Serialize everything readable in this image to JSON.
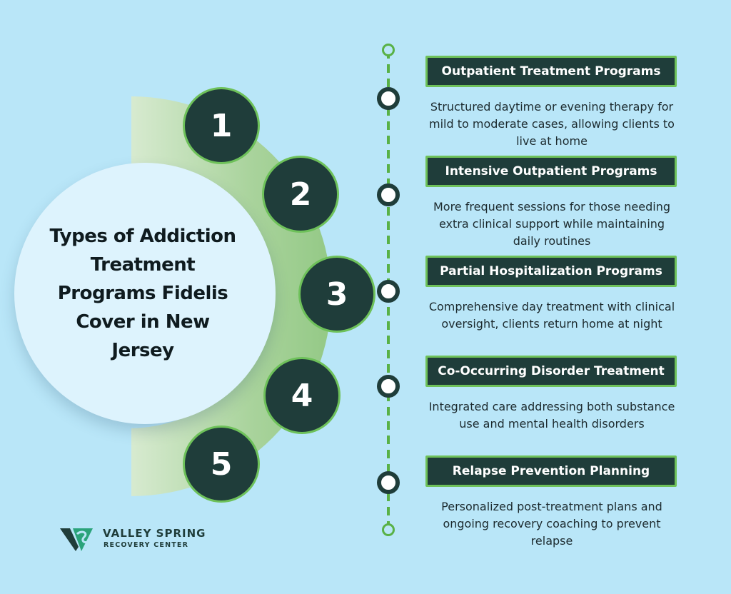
{
  "title": "Types of Addiction Treatment Programs Fidelis Cover in New Jersey",
  "steps": [
    {
      "number": "1",
      "label": "Outpatient Treatment Programs",
      "description": "Structured daytime or evening therapy for mild to moderate cases, allowing clients to live at home"
    },
    {
      "number": "2",
      "label": "Intensive Outpatient Programs",
      "description": "More frequent sessions for those needing extra clinical support while maintaining daily routines"
    },
    {
      "number": "3",
      "label": "Partial Hospitalization Programs",
      "description": "Comprehensive day treatment with clinical oversight, clients return home at night"
    },
    {
      "number": "4",
      "label": "Co-Occurring Disorder Treatment",
      "description": "Integrated care addressing both substance use and mental health disorders"
    },
    {
      "number": "5",
      "label": "Relapse Prevention Planning",
      "description": "Personalized post-treatment plans and ongoing recovery coaching to prevent relapse"
    }
  ],
  "logo": {
    "name": "VALLEY SPRING",
    "subtitle": "RECOVERY CENTER",
    "icon": "valley-spring-logo-icon"
  },
  "colors": {
    "background": "#b9e6f8",
    "dark": "#1f3d3a",
    "accent": "#6ec15a"
  }
}
